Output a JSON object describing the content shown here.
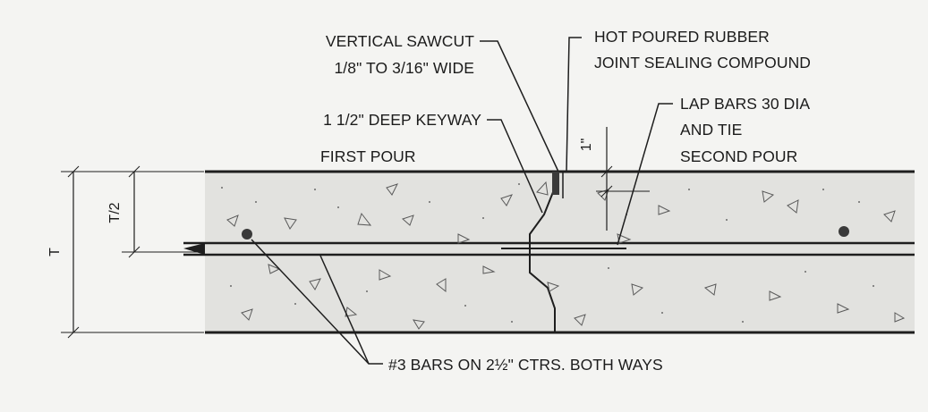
{
  "labels": {
    "sawcut_line1": "VERTICAL SAWCUT",
    "sawcut_line2": "1/8\" TO 3/16\" WIDE",
    "rubber_line1": "HOT POURED RUBBER",
    "rubber_line2": "JOINT SEALING COMPOUND",
    "keyway": "1 1/2\" DEEP KEYWAY",
    "lap_line1": "LAP BARS 30 DIA",
    "lap_line2": "AND TIE",
    "first_pour": "FIRST POUR",
    "second_pour": "SECOND POUR",
    "bars": "#3 BARS ON 2½\" CTRS. BOTH WAYS"
  },
  "dimensions": {
    "thickness": "T",
    "half_thickness": "T/2",
    "seal_depth": "1\""
  },
  "colors": {
    "line": "#1e1e1e",
    "concrete": "#e2e2df",
    "background": "#f4f4f2"
  }
}
